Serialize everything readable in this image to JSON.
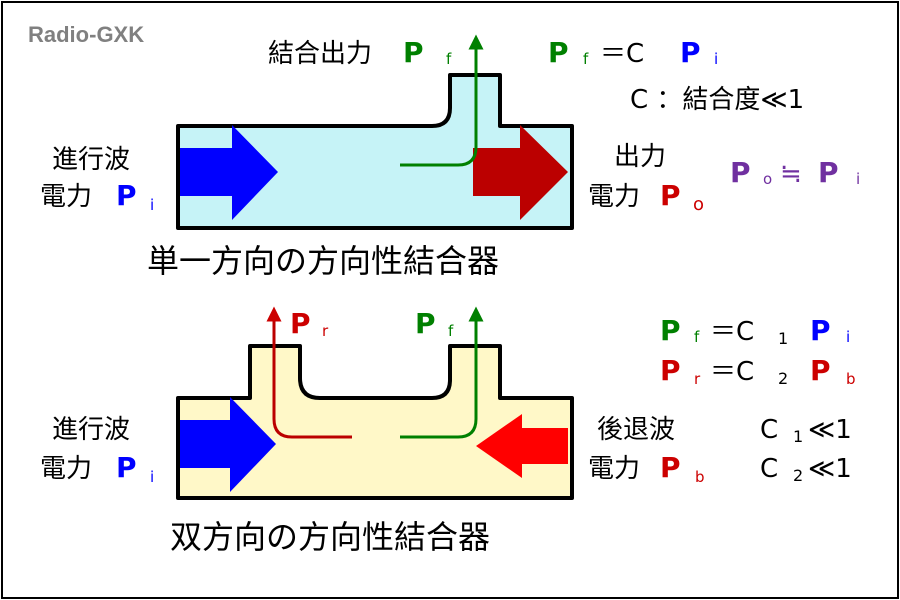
{
  "watermark": "Radio-GXK",
  "colors": {
    "blue": "#0000ff",
    "red": "#cc0000",
    "green": "#008000",
    "purple": "#7030a0",
    "cyan_fill": "#c6f3f7",
    "yellow_fill": "#fff8c8",
    "black": "#000000"
  },
  "top": {
    "title": "単一方向の方向性結合器",
    "input_label_1": "進行波",
    "input_label_2": "電力",
    "input_symbol": "P",
    "input_sub": "i",
    "coupled_label": "結合出力",
    "coupled_symbol": "P",
    "coupled_sub": "f",
    "output_label_1": "出力",
    "output_label_2": "電力",
    "output_symbol": "P",
    "output_sub": "o",
    "eq1": {
      "lhs": "P",
      "lhs_sub": "f",
      "op": "＝C",
      "rhs": "P",
      "rhs_sub": "i"
    },
    "eq2": "C ：結合度≪1",
    "approx": {
      "lhs": "P",
      "lhs_sub": "o",
      "op": "≒",
      "rhs": "P",
      "rhs_sub": "i"
    }
  },
  "bottom": {
    "title": "双方向の方向性結合器",
    "input_label_1": "進行波",
    "input_label_2": "電力",
    "input_symbol": "P",
    "input_sub": "i",
    "reflected_symbol": "P",
    "reflected_sub": "r",
    "forward_symbol": "P",
    "forward_sub": "f",
    "back_label_1": "後退波",
    "back_label_2": "電力",
    "back_symbol": "P",
    "back_sub": "b",
    "eq1": {
      "lhs": "P",
      "lhs_sub": "f",
      "op": "＝C",
      "c_sub": "1",
      "rhs": "P",
      "rhs_sub": "i"
    },
    "eq2": {
      "lhs": "P",
      "lhs_sub": "r",
      "op": "＝C",
      "c_sub": "2",
      "rhs": "P",
      "rhs_sub": "b"
    },
    "cond1": {
      "c": "C",
      "sub": "1",
      "rest": "≪1"
    },
    "cond2": {
      "c": "C",
      "sub": "2",
      "rest": "≪1"
    }
  }
}
